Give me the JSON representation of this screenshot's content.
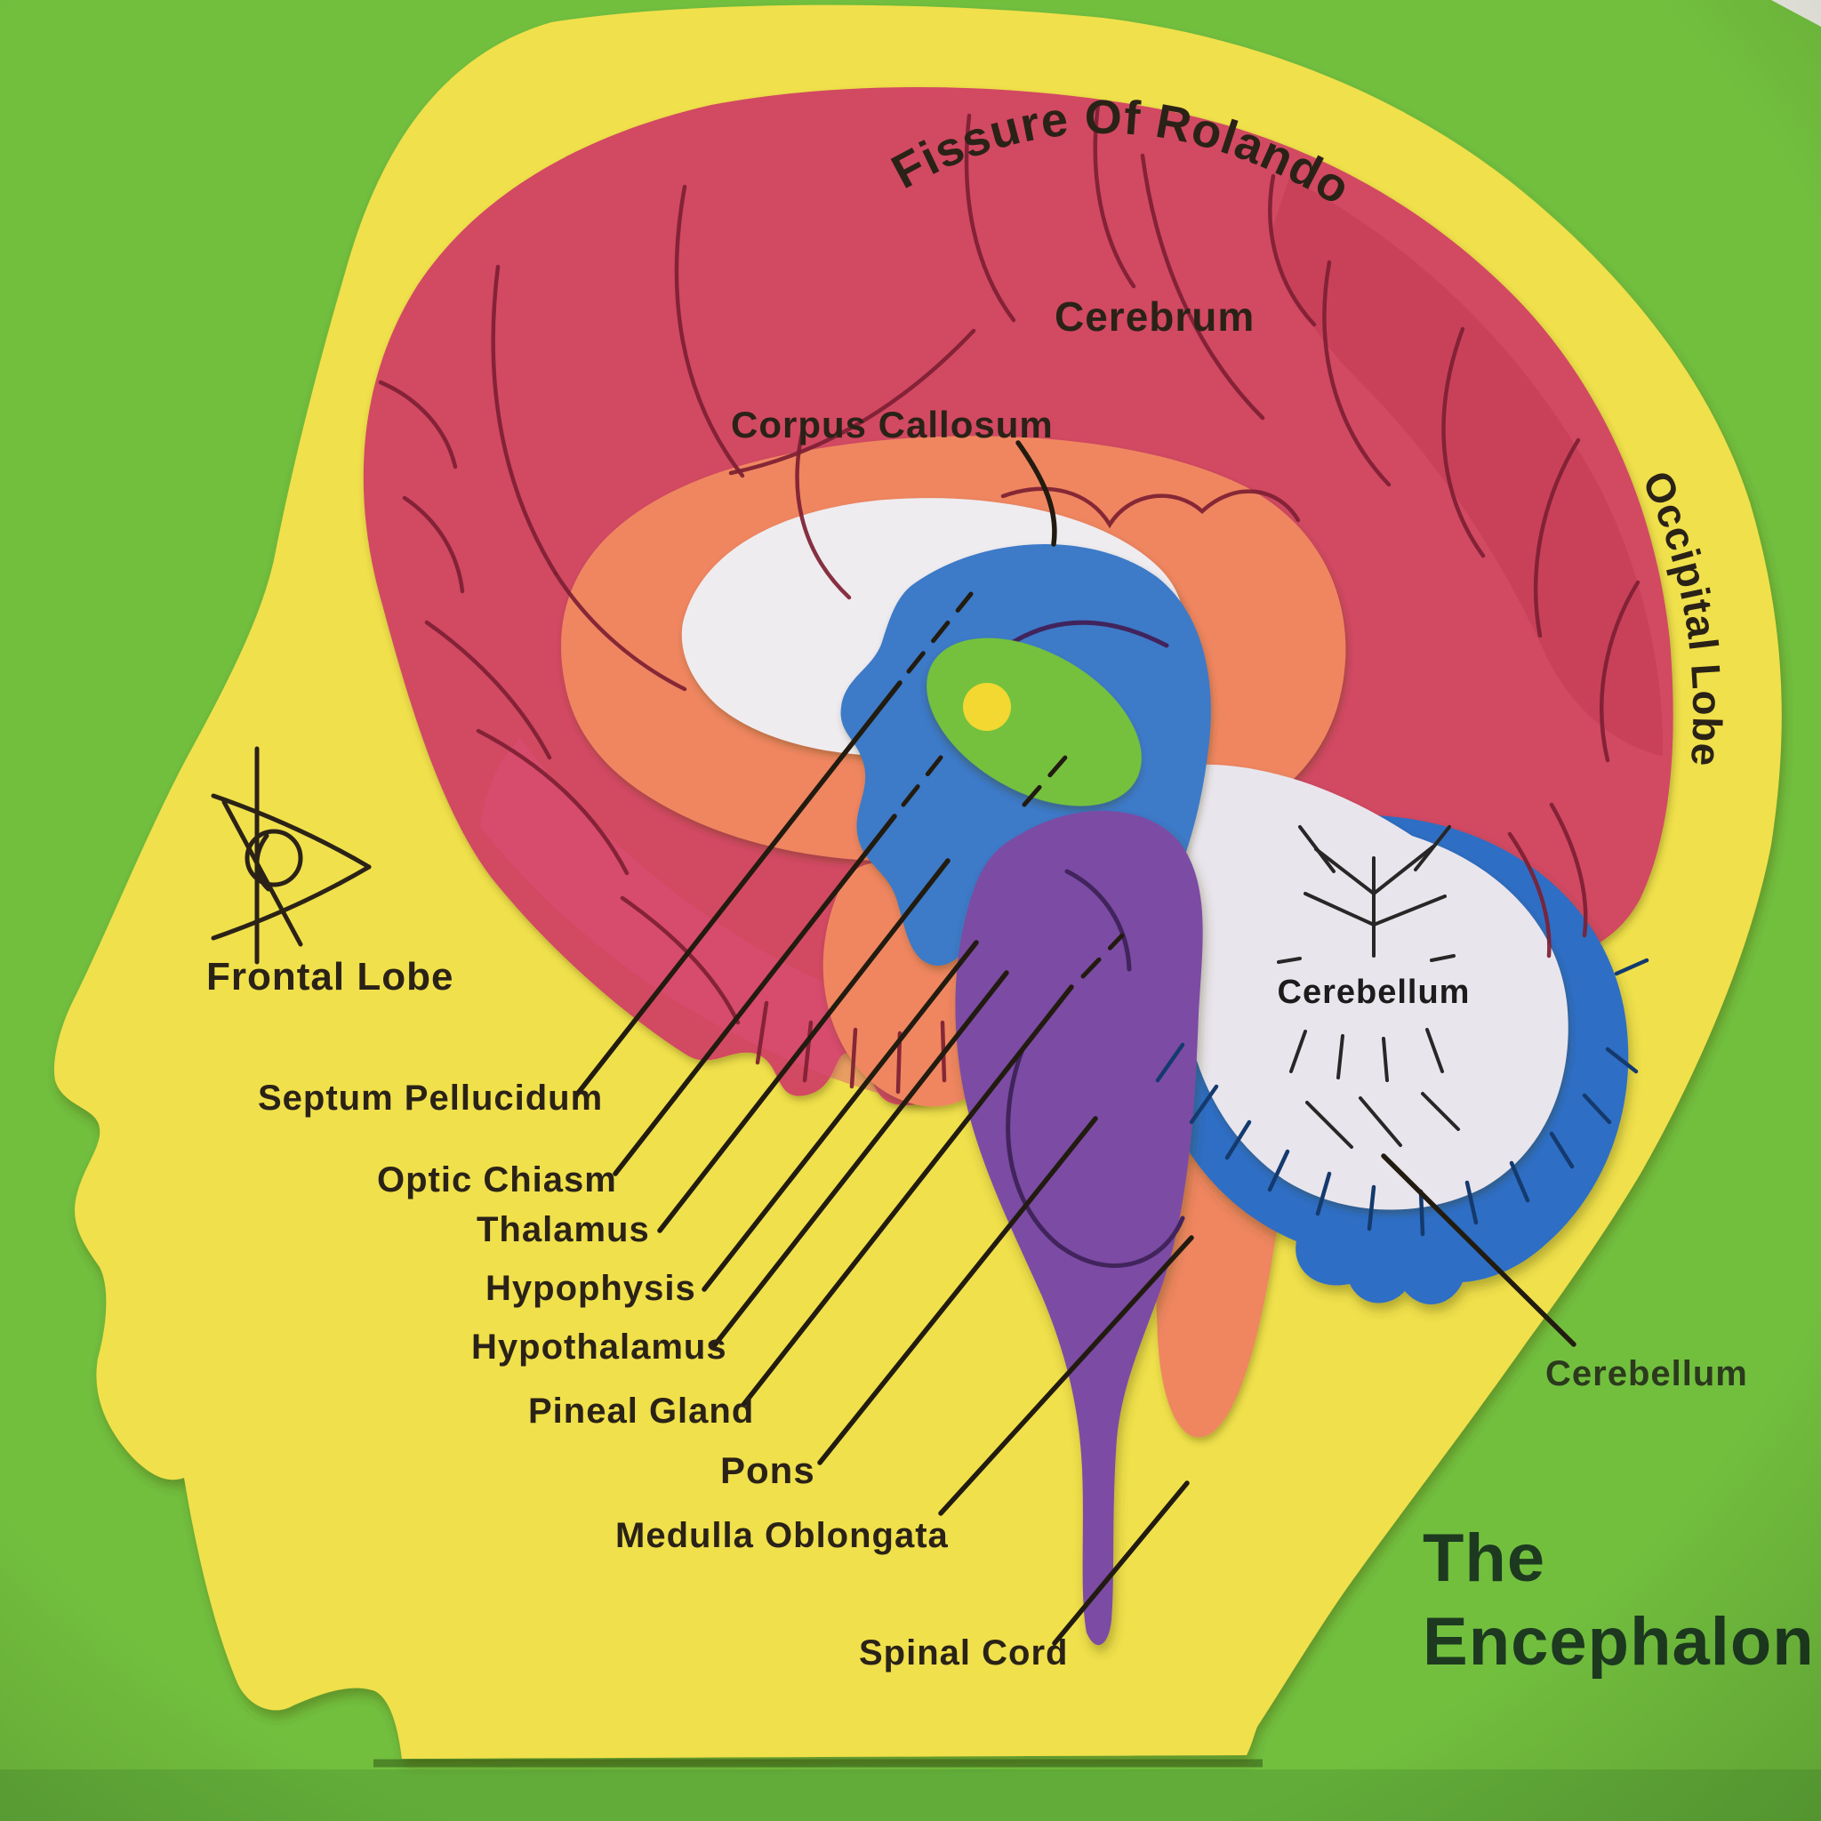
{
  "diagram": {
    "curved_labels": {
      "fissure_of_rolando": "Fissure Of Rolando",
      "occipital_lobe": "Occipital Lobe"
    },
    "labels": {
      "cerebrum": "Cerebrum",
      "corpus_callosum": "Corpus Callosum",
      "frontal_lobe": "Frontal Lobe",
      "septum_pellucidum": "Septum Pellucidum",
      "optic_chiasm": "Optic Chiasm",
      "thalamus": "Thalamus",
      "hypophysis": "Hypophysis",
      "hypothalamus": "Hypothalamus",
      "pineal_gland": "Pineal Gland",
      "pons": "Pons",
      "medulla_oblongata": "Medulla Oblongata",
      "spinal_cord": "Spinal Cord",
      "cerebellum_on_piece": "Cerebellum",
      "cerebellum_side": "Cerebellum"
    },
    "title": {
      "line1": "The",
      "line2": "Encephalon"
    },
    "colors": {
      "background_green": "#72bf3e",
      "background_green_dark": "#5fa938",
      "head_yellow": "#f0e04c",
      "cerebrum_red": "#d24a62",
      "cerebrum_red_dark": "#b93349",
      "gyri_pink": "#de4e7c",
      "corpus_callosum_orange": "#ef8660",
      "ventricle_white": "#efecf0",
      "fornix_blue": "#3c7ac8",
      "thalamus_green": "#74c13e",
      "pineal_yellow": "#f2d831",
      "brainstem_purple": "#7b4ba4",
      "cerebellum_white": "#e9e5ec",
      "cerebellum_blue": "#2e6ec4",
      "label_dark": "#2a2217",
      "title_dark": "#1d3a20",
      "label_on_green": "#2b3a1d"
    }
  }
}
